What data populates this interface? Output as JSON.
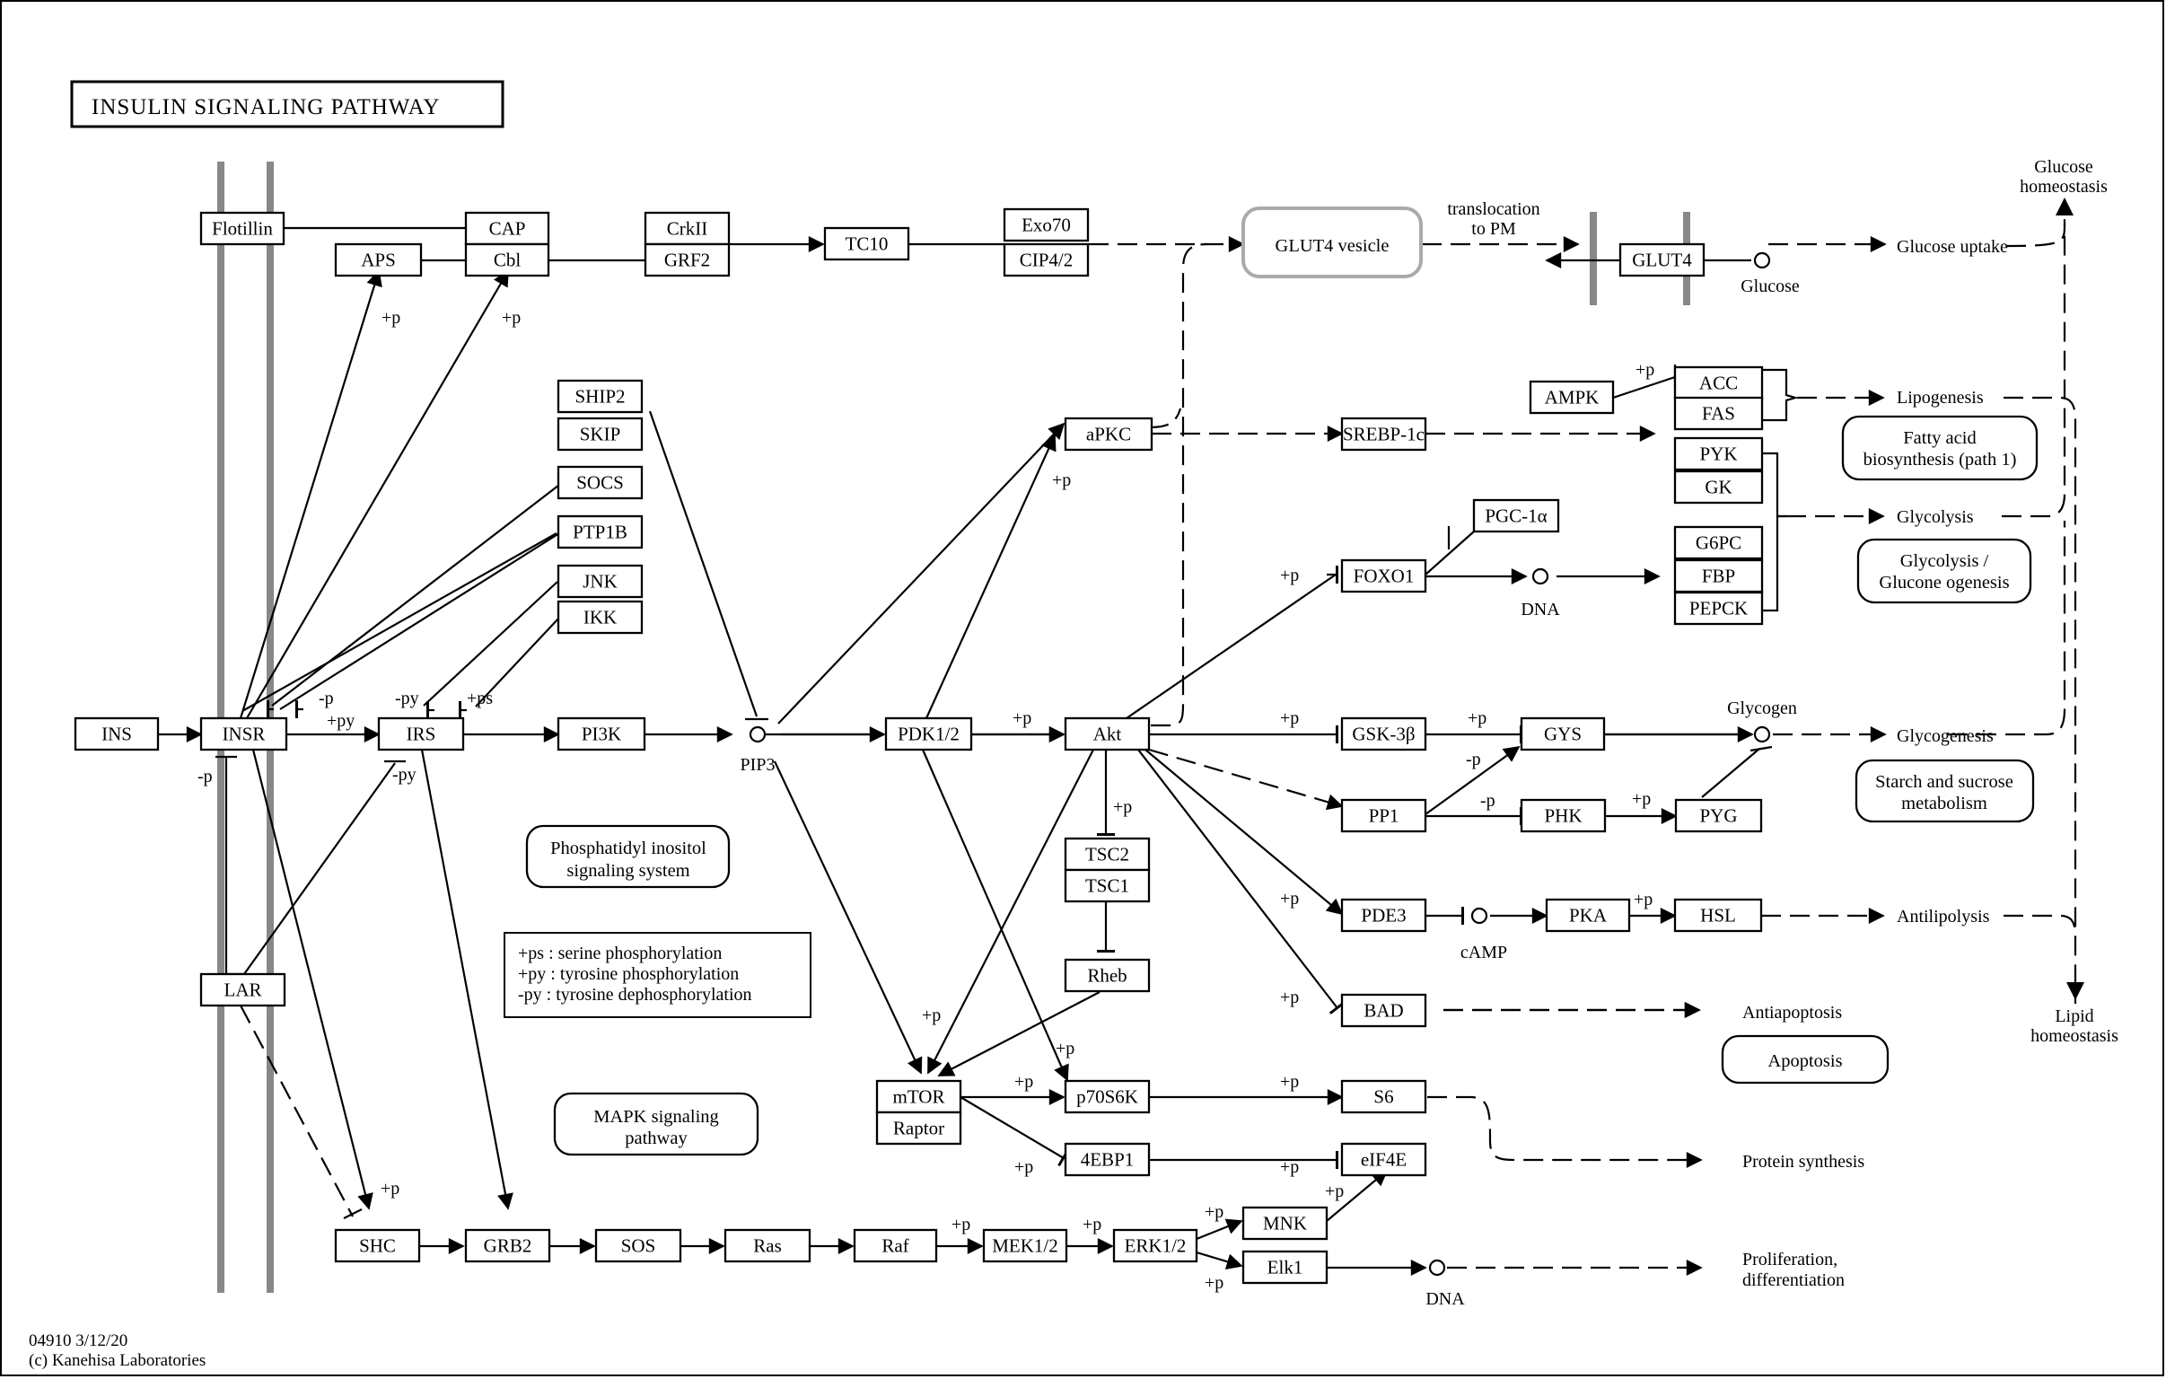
{
  "title": "INSULIN SIGNALING PATHWAY",
  "footer": {
    "id_date": "04910 3/12/20",
    "copyright": "(c) Kanehisa Laboratories"
  },
  "legend": [
    "+ps : serine phosphorylation",
    "+py : tyrosine phosphorylation",
    "-py : tyrosine dephosphorylation"
  ],
  "genes": {
    "ins": "INS",
    "insr": "INSR",
    "irs": "IRS",
    "lar": "LAR",
    "flotillin": "Flotillin",
    "aps": "APS",
    "cap": "CAP",
    "cbl": "Cbl",
    "crkii": "CrkII",
    "grf2": "GRF2",
    "tc10": "TC10",
    "exo70": "Exo70",
    "cip4": "CIP4/2",
    "glut4": "GLUT4",
    "ship2": "SHIP2",
    "skip": "SKIP",
    "socs": "SOCS",
    "ptp1b": "PTP1B",
    "jnk": "JNK",
    "ikk": "IKK",
    "pi3k": "PI3K",
    "pdk": "PDK1/2",
    "akt": "Akt",
    "apkc": "aPKC",
    "srebp": "SREBP-1c",
    "ampk": "AMPK",
    "acc": "ACC",
    "fas": "FAS",
    "pyk": "PYK",
    "gk": "GK",
    "pgc": "PGC-1α",
    "foxo1": "FOXO1",
    "g6pc": "G6PC",
    "fbp": "FBP",
    "pepck": "PEPCK",
    "gsk": "GSK-3β",
    "gys": "GYS",
    "pp1": "PP1",
    "phk": "PHK",
    "pyg": "PYG",
    "pde3": "PDE3",
    "pka": "PKA",
    "hsl": "HSL",
    "bad": "BAD",
    "tsc2": "TSC2",
    "tsc1": "TSC1",
    "rheb": "Rheb",
    "mtor": "mTOR",
    "raptor": "Raptor",
    "p70": "p70S6K",
    "s6": "S6",
    "ebp1": "4EBP1",
    "eif4e": "eIF4E",
    "shc": "SHC",
    "grb2": "GRB2",
    "sos": "SOS",
    "ras": "Ras",
    "raf": "Raf",
    "mek": "MEK1/2",
    "erk": "ERK1/2",
    "mnk": "MNK",
    "elk1": "Elk1"
  },
  "maps": {
    "glut4_vesicle": "GLUT4 vesicle",
    "phosphatidyl": [
      "Phosphatidyl inositol",
      "signaling system"
    ],
    "mapk": [
      "MAPK signaling",
      "pathway"
    ],
    "fatty_acid": [
      "Fatty acid",
      "biosynthesis (path 1)"
    ],
    "glycolysis_gluconeogenesis": [
      "Glycolysis /",
      "Glucone ogenesis"
    ],
    "starch": [
      "Starch and sucrose",
      "metabolism"
    ],
    "apoptosis": "Apoptosis"
  },
  "compounds": {
    "pip3": "PIP3",
    "dna1": "DNA",
    "dna2": "DNA",
    "camp": "cAMP",
    "glucose": "Glucose",
    "glycogen": "Glycogen"
  },
  "processes": {
    "translocation": [
      "translocation",
      "to PM"
    ],
    "glucose_uptake": "Glucose uptake",
    "glucose_homeostasis": [
      "Glucose",
      "homeostasis"
    ],
    "lipogenesis": "Lipogenesis",
    "glycolysis": "Glycolysis",
    "glycogenesis": "Glycogenesis",
    "antilipolysis": "Antilipolysis",
    "antiapoptosis": "Antiapoptosis",
    "lipid_homeostasis": [
      "Lipid",
      "homeostasis"
    ],
    "protein_synthesis": "Protein synthesis",
    "proliferation": [
      "Proliferation,",
      "differentiation"
    ]
  },
  "edge_labels": {
    "p": "+p",
    "py": "+py",
    "ps": "+ps",
    "mpy": "-py",
    "mp": "-p"
  }
}
